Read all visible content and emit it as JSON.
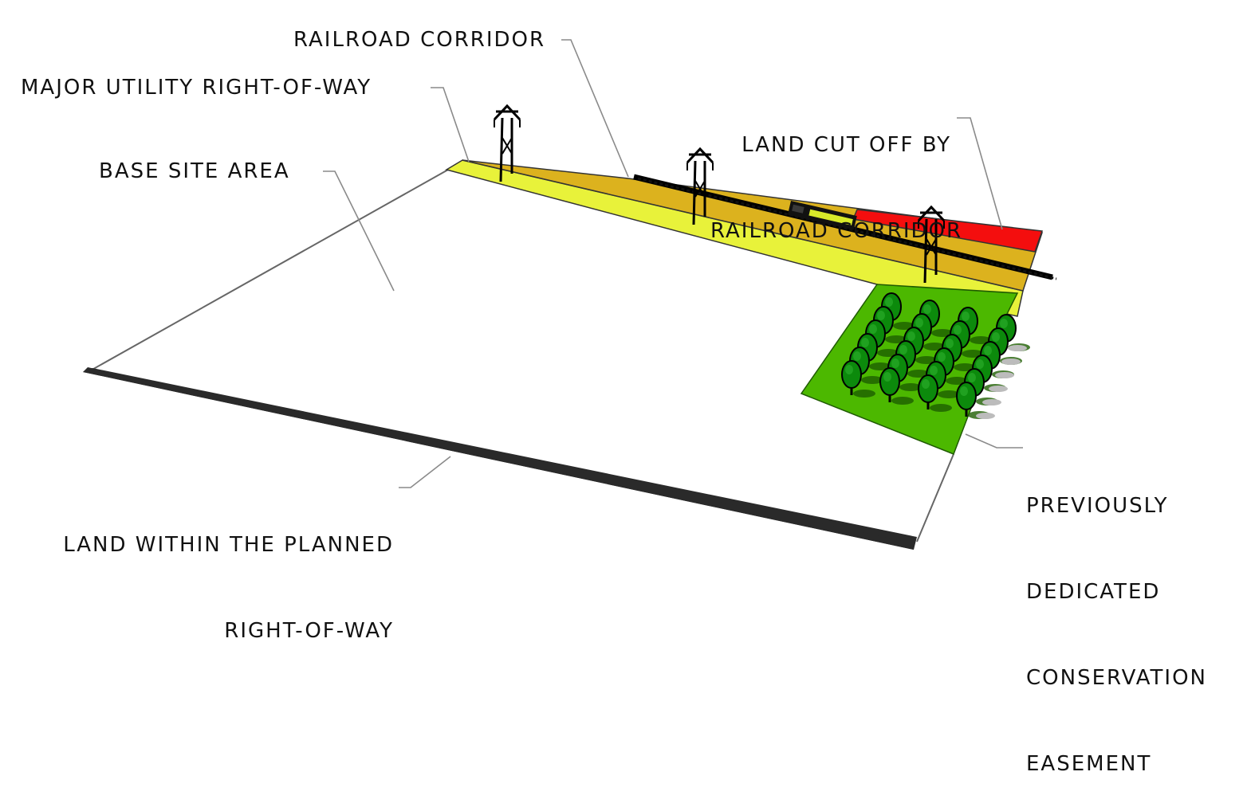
{
  "title": "Site area diagram",
  "labels": {
    "railroad_corridor": "RAILROAD CORRIDOR",
    "utility_row": "MAJOR UTILITY RIGHT-OF-WAY",
    "base_site_area": "BASE SITE AREA",
    "land_cut_off": [
      "LAND CUT OFF BY",
      "RAILROAD CORRIDOR"
    ],
    "planned_row": [
      "LAND WITHIN THE PLANNED",
      "RIGHT-OF-WAY"
    ],
    "conservation_easement": [
      "PREVIOUSLY",
      "DEDICATED",
      "CONSERVATION",
      "EASEMENT"
    ]
  },
  "colors": {
    "utility_row": "#e8f23a",
    "railroad_corridor": "#dcb21e",
    "cut_off_land": "#f40e0e",
    "conservation": "#4cb800",
    "tree": "#0c8a0c",
    "row_strip": "#2a2a2a",
    "leader": "#8a8a8a"
  },
  "icons": {
    "transmission_tower": "transmission-tower-icon",
    "train": "train-icon",
    "tree": "tree-icon"
  }
}
